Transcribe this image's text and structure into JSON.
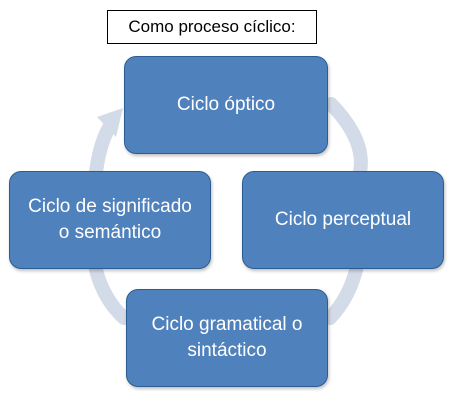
{
  "title": "Como proceso cíclico:",
  "colors": {
    "node_fill": "#4f81bd",
    "node_border": "#2c5d92",
    "ring": "#d3dbe8"
  },
  "nodes": [
    {
      "label_lines": [
        "Ciclo óptico"
      ]
    },
    {
      "label_lines": [
        "Ciclo perceptual"
      ]
    },
    {
      "label_lines": [
        "Ciclo gramatical o",
        "sintáctico"
      ]
    },
    {
      "label_lines": [
        "Ciclo de significado",
        "o semántico"
      ]
    }
  ]
}
